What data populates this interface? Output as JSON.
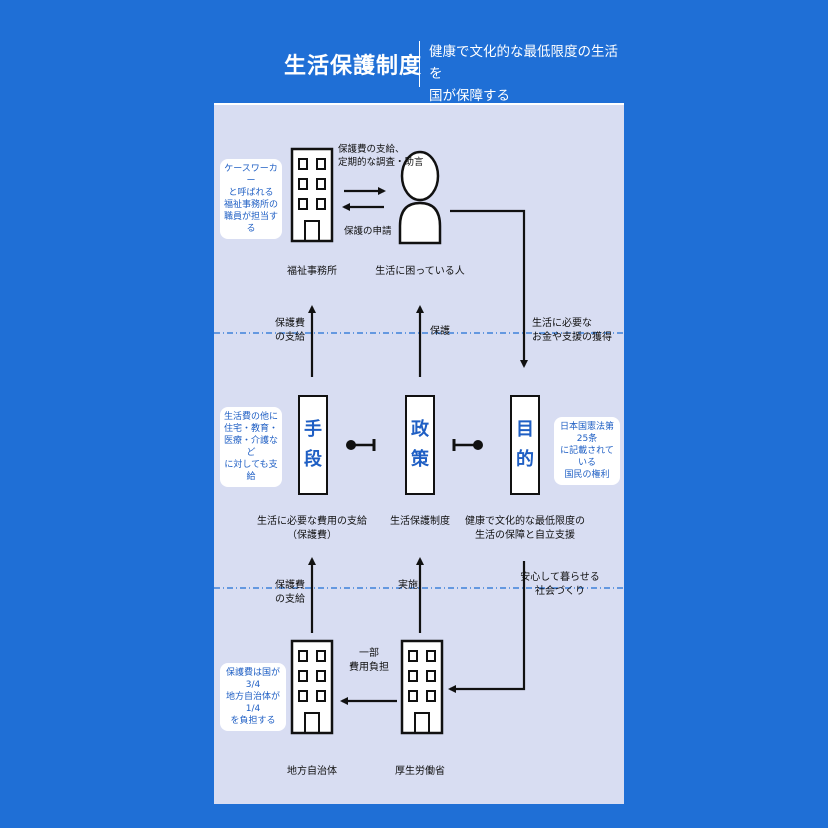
{
  "header": {
    "title": "生活保護制度",
    "subtitle_line1": "健康で文化的な最低限度の生活を",
    "subtitle_line2": "国が保障する"
  },
  "nodes": {
    "welfare_office": "福祉事務所",
    "person": "生活に困っている人",
    "local_gov": "地方自治体",
    "ministry": "厚生労働省"
  },
  "boxes": {
    "means": [
      "手",
      "段"
    ],
    "policy": [
      "政",
      "策"
    ],
    "purpose": [
      "目",
      "的"
    ]
  },
  "box_labels": {
    "means_line1": "生活に必要な費用の支給",
    "means_line2": "（保護費）",
    "policy": "生活保護制度",
    "purpose_line1": "健康で文化的な最低限度の",
    "purpose_line2": "生活の保障と自立支援"
  },
  "arrows": {
    "office_to_person_line1": "保護費の支給、",
    "office_to_person_line2": "定期的な調査・助言",
    "person_to_office": "保護の申請",
    "means_up_line1": "保護費",
    "means_up_line2": "の支給",
    "policy_up": "保護",
    "person_to_purpose_line1": "生活に必要な",
    "person_to_purpose_line2": "お金や支援の獲得",
    "local_up_line1": "保護費",
    "local_up_line2": "の支給",
    "ministry_up": "実施",
    "ministry_to_local_line1": "一部",
    "ministry_to_local_line2": "費用負担",
    "purpose_to_ministry_line1": "安心して暮らせる",
    "purpose_to_ministry_line2": "社会づくり"
  },
  "bubbles": {
    "caseworker": [
      "ケースワーカー",
      "と呼ばれる",
      "福祉事務所の",
      "職員が担当する"
    ],
    "means_note": [
      "生活費の他に",
      "住宅・教育・",
      "医療・介護など",
      "に対しても支給"
    ],
    "constitution": [
      "日本国憲法第25条",
      "に記載されている",
      "国民の権利"
    ],
    "cost_share": [
      "保護費は国が3/4",
      "地方自治体が1/4",
      "を負担する"
    ]
  },
  "colors": {
    "background": "#1f6fd6",
    "panel": "#d8ddf2",
    "accent_text": "#1f5fc4"
  }
}
